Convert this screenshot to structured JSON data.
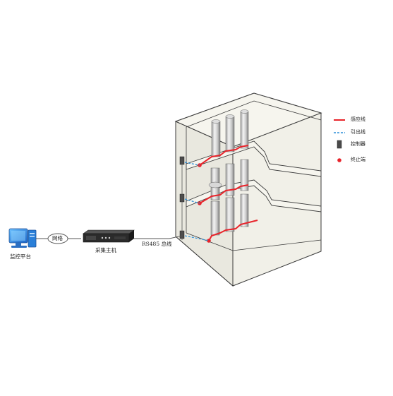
{
  "labels": {
    "monitor_platform": "监控平台",
    "network": "网络",
    "collector_host": "采集主机",
    "rs485_bus": "RS485 总线"
  },
  "legend": [
    {
      "label": "感应线",
      "kind": "line",
      "color": "#e8232a"
    },
    {
      "label": "引出线",
      "kind": "dashed",
      "color": "#2f8fd8"
    },
    {
      "label": "控制器",
      "kind": "device",
      "color": "#4a4a4a"
    },
    {
      "label": "终止端",
      "kind": "dot",
      "color": "#e8232a"
    }
  ],
  "colors": {
    "wall": "#f1f0e8",
    "wall_edge": "#3a3a3a",
    "sense_line": "#e8232a",
    "lead_line": "#2f8fd8"
  }
}
